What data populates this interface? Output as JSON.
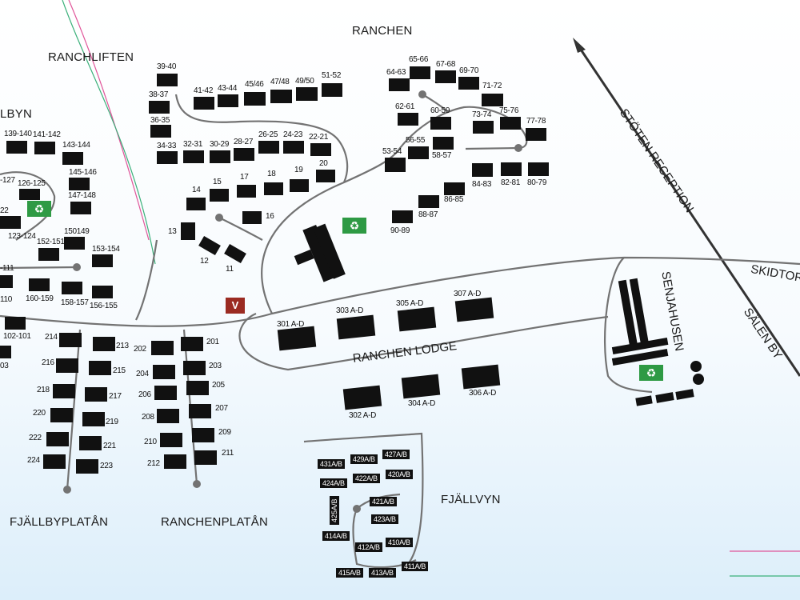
{
  "areas": {
    "ranchen": "RANCHEN",
    "ranchliften": "RANCHLIFTEN",
    "fjallbyn_partial": "LBYN",
    "stoten_reception": "STÖTEN RECEPTION",
    "skidtorg_partial": "SKIDTOR",
    "salen_by": "SÄLEN BY",
    "senjahusen": "SENJAHUSEN",
    "ranchen_lodge": "RANCHEN LODGE",
    "fjallvyn": "FJÄLLVYN",
    "fjallbyplatan": "FJÄLLBYPLATÅN",
    "ranchenplatan": "RANCHENPLATÅN"
  },
  "symbols": {
    "reception_badge": "V",
    "recycling_icon": "♻"
  },
  "ranchen_labels": [
    "39-40",
    "38-37",
    "36-35",
    "34-33",
    "32-31",
    "30-29",
    "28-27",
    "26-25",
    "24-23",
    "22-21",
    "41-42",
    "43-44",
    "45/46",
    "47/48",
    "49/50",
    "51-52",
    "20",
    "19",
    "18",
    "17",
    "16",
    "15",
    "14",
    "13",
    "12",
    "11"
  ],
  "ranchen_east_labels": [
    "64-63",
    "65-66",
    "67-68",
    "69-70",
    "71-72",
    "62-61",
    "60-59",
    "73-74",
    "75-76",
    "77-78",
    "56-55",
    "58-57",
    "53-54",
    "84-83",
    "82-81",
    "80-79",
    "86-85",
    "88-87",
    "90-89"
  ],
  "fjallbyn_labels": [
    "139-140",
    "141-142",
    "143-144",
    "145-146",
    "147-148",
    "-127",
    "126-125",
    "22",
    "123-124",
    "152-151",
    "150149",
    "153-154",
    "-111",
    "160-159",
    "158-157",
    "156-155",
    "110",
    "102-101",
    "03"
  ],
  "lodge_labels": [
    "301 A-D",
    "303 A-D",
    "305 A-D",
    "307 A-D",
    "302 A-D",
    "304 A-D",
    "306 A-D"
  ],
  "platan_labels": [
    "214",
    "216",
    "218",
    "220",
    "222",
    "224",
    "213",
    "215",
    "217",
    "219",
    "221",
    "223",
    "202",
    "204",
    "206",
    "208",
    "210",
    "212",
    "201",
    "203",
    "205",
    "207",
    "209",
    "211"
  ],
  "fjallvyn_tags": [
    "431A/B",
    "429A/B",
    "427A/B",
    "424A/B",
    "422A/B",
    "420A/B",
    "425A/B",
    "421A/B",
    "423A/B",
    "414A/B",
    "412A/B",
    "410A/B",
    "415A/B",
    "413A/B",
    "411A/B"
  ],
  "colors": {
    "road": "#737373",
    "building": "#111111",
    "recycling": "#2e9a44",
    "reception": "#9b2b22",
    "lift_pink": "#e0569a",
    "lift_green": "#3bb07a",
    "background_bottom": "#dceefa"
  }
}
